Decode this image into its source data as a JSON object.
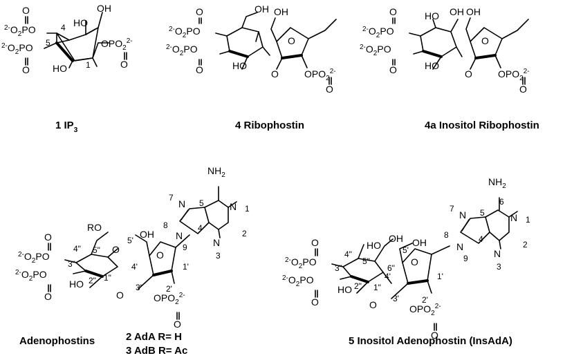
{
  "compounds": [
    {
      "number": "1",
      "name": "IP",
      "sub": "3"
    },
    {
      "number": "4",
      "name": "Ribophostin"
    },
    {
      "number": "4a",
      "name": "Inositol Ribophostin"
    },
    {
      "family": "Adenophostins",
      "variants": [
        "2 AdA R= H",
        "3 AdB R= Ac"
      ]
    },
    {
      "number": "5",
      "name": "Inositol Adenophostin (InsAdA)"
    }
  ],
  "atoms": {
    "OH": "OH",
    "HO": "HO",
    "O": "O",
    "N": "N",
    "NH": "NH",
    "RO": "RO",
    "po2_left": "O",
    "po2_left_p": "P",
    "po2_right": "OPO",
    "charge": "2-",
    "two": "2"
  },
  "locants": {
    "ip3": [
      "4",
      "5",
      "1"
    ],
    "adenine": [
      "7",
      "8",
      "9",
      "5",
      "4",
      "6",
      "1",
      "2",
      "3"
    ],
    "ribose": [
      "5'",
      "4'",
      "3'",
      "2'",
      "1'"
    ],
    "inositol": [
      "4\"",
      "5\"",
      "3\"",
      "2\"",
      "1\"",
      "6\""
    ]
  }
}
